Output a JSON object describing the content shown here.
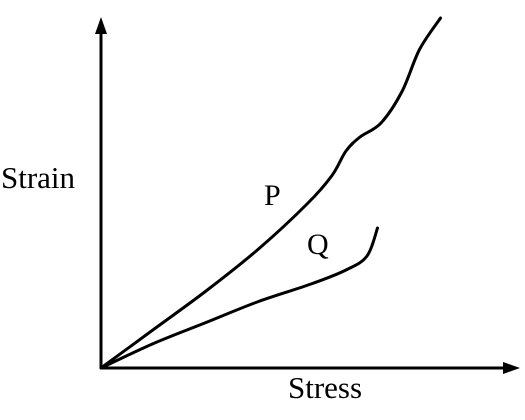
{
  "chart_data": {
    "type": "line",
    "title": "",
    "xlabel": "Stress",
    "ylabel": "Strain",
    "grid": false,
    "legend": "none",
    "axis_tick_labels": false,
    "series": [
      {
        "name": "P",
        "points": [
          [
            0.0,
            0.0
          ],
          [
            0.15,
            0.11
          ],
          [
            0.3,
            0.22
          ],
          [
            0.45,
            0.34
          ],
          [
            0.59,
            0.47
          ],
          [
            0.66,
            0.55
          ],
          [
            0.7,
            0.62
          ],
          [
            0.74,
            0.66
          ],
          [
            0.8,
            0.7
          ],
          [
            0.86,
            0.79
          ],
          [
            0.91,
            0.91
          ],
          [
            0.97,
            1.0
          ]
        ]
      },
      {
        "name": "Q",
        "points": [
          [
            0.0,
            0.0
          ],
          [
            0.15,
            0.07
          ],
          [
            0.3,
            0.13
          ],
          [
            0.45,
            0.19
          ],
          [
            0.6,
            0.24
          ],
          [
            0.7,
            0.28
          ],
          [
            0.76,
            0.32
          ],
          [
            0.79,
            0.4
          ]
        ]
      }
    ],
    "colors": {
      "axis": "#000000",
      "curve": "#000000",
      "text": "#000000",
      "background": "#ffffff"
    }
  }
}
